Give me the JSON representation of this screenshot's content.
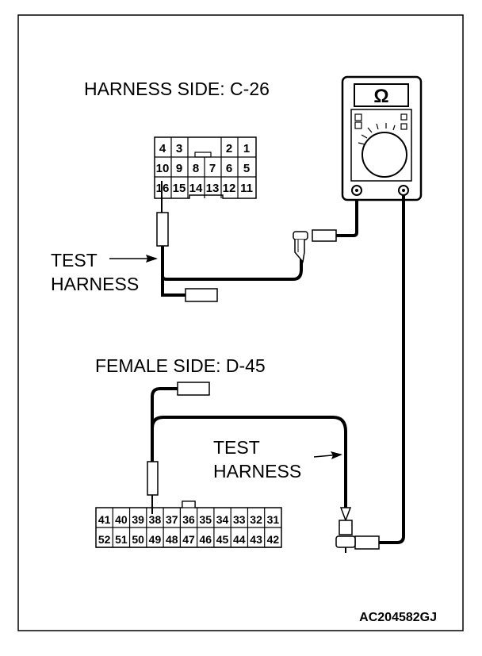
{
  "labels": {
    "harness_side": "HARNESS SIDE: C-26",
    "female_side": "FEMALE SIDE: D-45",
    "test_harness_1_line1": "TEST",
    "test_harness_1_line2": "HARNESS",
    "test_harness_2_line1": "TEST",
    "test_harness_2_line2": "HARNESS",
    "figure_code": "AC204582GJ",
    "ohmmeter_symbol": "Ω"
  },
  "connector_c26": {
    "row1": [
      "4",
      "3",
      "",
      "",
      "2",
      "1"
    ],
    "row2": [
      "10",
      "9",
      "8",
      "7",
      "6",
      "5"
    ],
    "row3": [
      "16",
      "15",
      "14",
      "13",
      "12",
      "11"
    ]
  },
  "connector_d45": {
    "row1": [
      "41",
      "40",
      "39",
      "38",
      "37",
      "36",
      "35",
      "34",
      "33",
      "32",
      "31"
    ],
    "row2": [
      "52",
      "51",
      "50",
      "49",
      "48",
      "47",
      "46",
      "45",
      "44",
      "43",
      "42"
    ]
  },
  "icons": {
    "ohmmeter": "ohmmeter-icon",
    "probe": "test-probe-icon",
    "arrow": "arrow-right-icon"
  }
}
